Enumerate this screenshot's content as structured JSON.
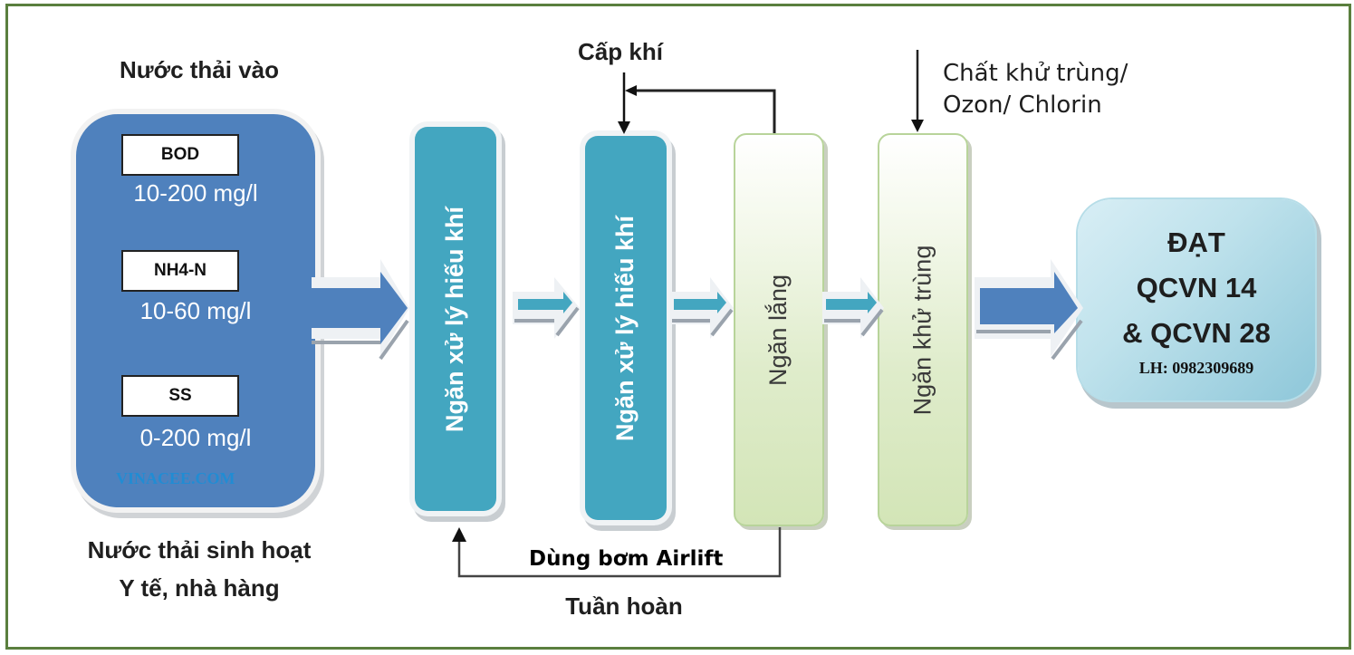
{
  "diagram": {
    "title_input": "Nước thải vào",
    "input_parameters": [
      {
        "name": "BOD",
        "range": "10-200 mg/l"
      },
      {
        "name": "NH4-N",
        "range": "10-60 mg/l"
      },
      {
        "name": "SS",
        "range": "0-200 mg/l"
      }
    ],
    "watermark": "VINACEE.COM",
    "source_caption": [
      "Nước thải sinh hoạt",
      "Y tế, nhà hàng"
    ],
    "stages": [
      {
        "label": "Ngăn xử lý hiếu khí",
        "style": "teal"
      },
      {
        "label": "Ngăn xử lý hiếu khí",
        "style": "teal"
      },
      {
        "label": "Ngăn lắng",
        "style": "green"
      },
      {
        "label": "Ngăn khử trùng",
        "style": "green"
      }
    ],
    "air_supply_label": "Cấp khí",
    "disinfectant_label": [
      "Chất khử trùng/",
      "Ozon/ Chlorin"
    ],
    "recirculation": {
      "pump_label": "Dùng bơm Airlift",
      "label": "Tuần hoàn"
    },
    "output": {
      "lines": [
        "ĐẠT",
        "QCVN 14",
        "& QCVN 28"
      ],
      "contact": "LH: 0982309689"
    },
    "colors": {
      "frame": "#5a7f3e",
      "input_box": "#4f81bd",
      "aerobic_tank": "#43a6c0",
      "settling_tank": "#d3e5b7",
      "output_box": "#bfe2ec"
    }
  }
}
